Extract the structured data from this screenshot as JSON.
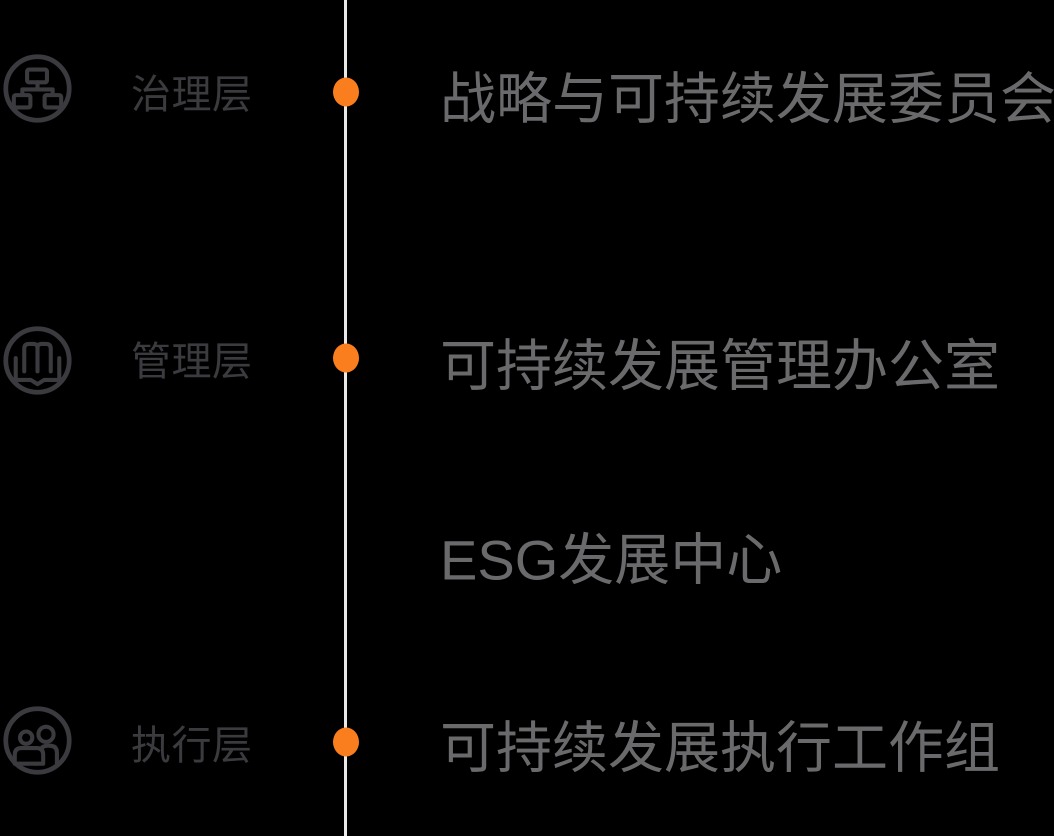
{
  "colors": {
    "background": "#000000",
    "accent_orange": "#FB7E1E",
    "timeline_line": "#E9E9E7",
    "level_label_gray": "#3B3B3F",
    "org_title_gray": "#6A6A6D"
  },
  "levels": [
    {
      "label": "治理层",
      "icon": "org-chart-icon",
      "items": [
        {
          "text": "战略与可持续发展委员会",
          "has_dot": true
        }
      ]
    },
    {
      "label": "管理层",
      "icon": "open-book-icon",
      "items": [
        {
          "text": "可持续发展管理办公室",
          "has_dot": true
        },
        {
          "text": "ESG发展中心",
          "has_dot": false
        }
      ]
    },
    {
      "label": "执行层",
      "icon": "team-icon",
      "items": [
        {
          "text": "可持续发展执行工作组",
          "has_dot": true
        }
      ]
    }
  ]
}
